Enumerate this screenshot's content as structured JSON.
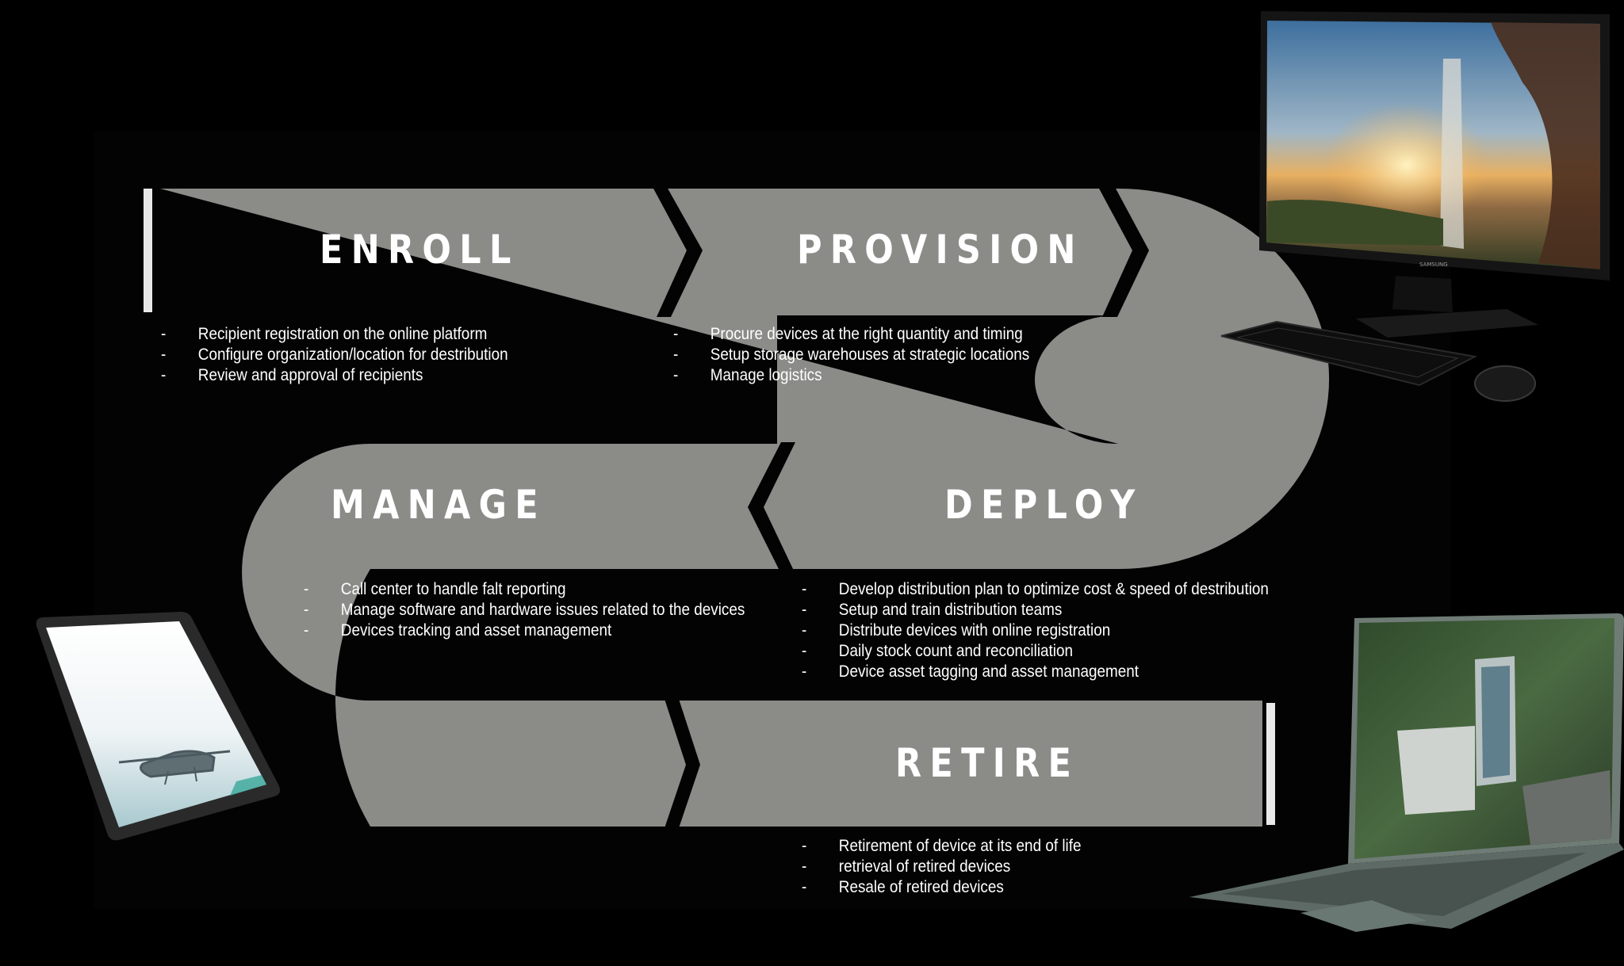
{
  "stages": [
    {
      "id": "enroll",
      "title": "ENROLL",
      "bullets": [
        "Recipient registration on the online platform",
        "Configure organization/location for destribution",
        "Review and approval of recipients"
      ]
    },
    {
      "id": "provision",
      "title": "PROVISION",
      "bullets": [
        "Procure devices at the right quantity and timing",
        "Setup storage warehouses at strategic locations",
        "Manage logistics"
      ]
    },
    {
      "id": "deploy",
      "title": "DEPLOY",
      "bullets": [
        "Develop distribution plan to optimize cost & speed of destribution",
        "Setup and train distribution teams",
        "Distribute devices with online registration",
        "Daily stock count and reconciliation",
        "Device asset tagging and asset management"
      ]
    },
    {
      "id": "manage",
      "title": "MANAGE",
      "bullets": [
        "Call center to handle falt reporting",
        "Manage software and hardware issues related to the devices",
        "Devices tracking and asset management"
      ]
    },
    {
      "id": "retire",
      "title": "RETIRE",
      "bullets": [
        "Retirement of device at its end of life",
        "retrieval of retired devices",
        "Resale of retired devices"
      ]
    }
  ],
  "bullet_marker": "-",
  "colors": {
    "background": "#000000",
    "road": "#8b8c88",
    "text": "#ffffff",
    "end_bar": "#e9e9e9"
  },
  "devices": [
    {
      "id": "desktop-monitor",
      "icon": "desktop-computer-icon"
    },
    {
      "id": "tablet",
      "icon": "tablet-icon"
    },
    {
      "id": "laptop",
      "icon": "laptop-icon"
    }
  ]
}
